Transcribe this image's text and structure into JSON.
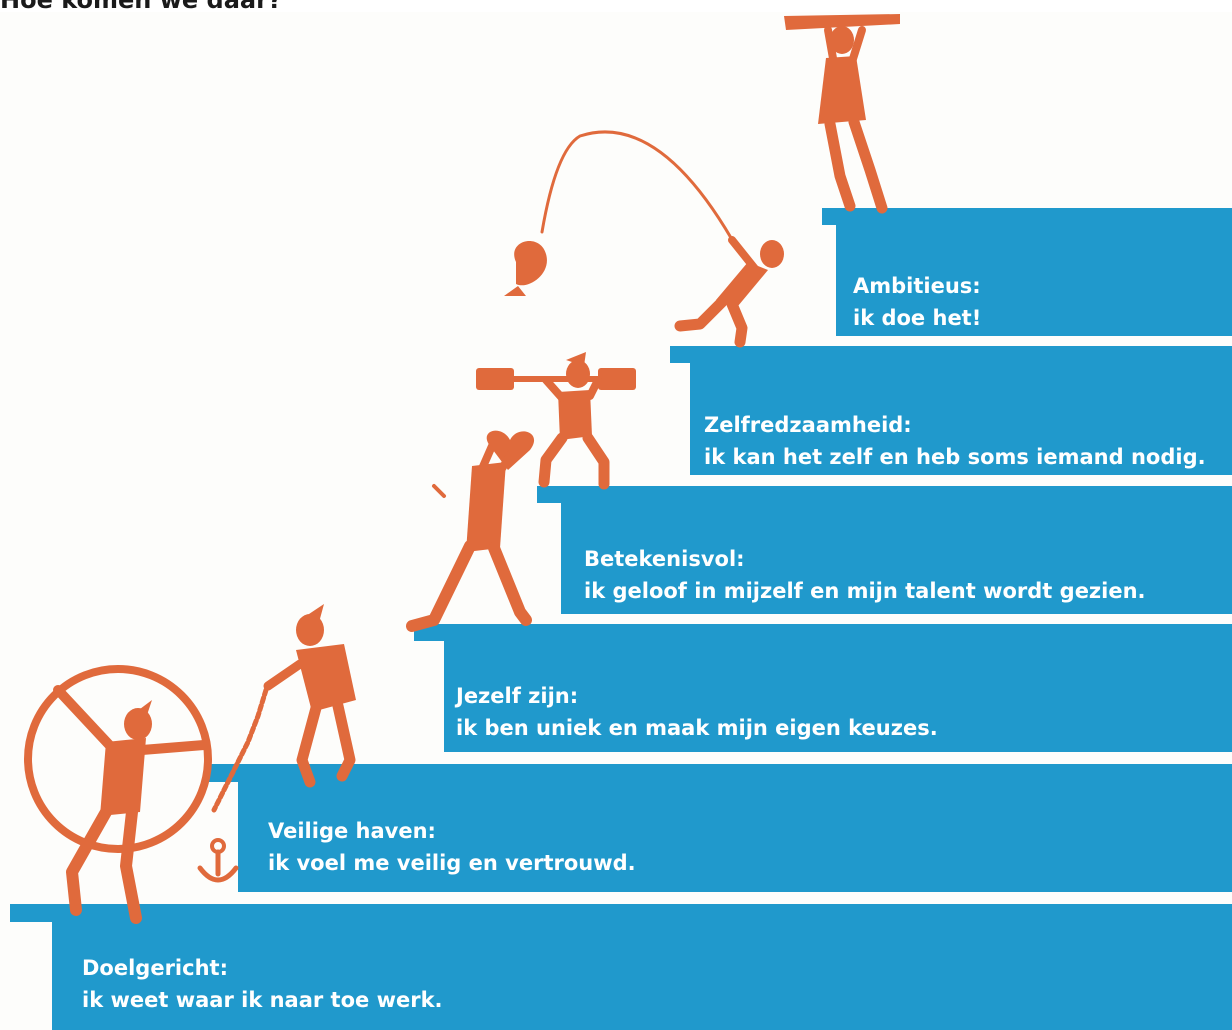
{
  "title": "Hoe komen we daar?",
  "colors": {
    "step_blue": "#2099cc",
    "figure_orange": "#e06a3c",
    "text": "#ffffff"
  },
  "steps": [
    {
      "heading": "Doelgericht:",
      "text": "ik weet waar ik naar toe werk."
    },
    {
      "heading": "Veilige haven:",
      "text": "ik voel me veilig en vertrouwd."
    },
    {
      "heading": "Jezelf zijn:",
      "text": "ik ben uniek en maak mijn eigen keuzes."
    },
    {
      "heading": "Betekenisvol:",
      "text": "ik geloof in mijzelf en mijn  talent wordt gezien."
    },
    {
      "heading": "Zelfredzaamheid:",
      "text": "ik kan het zelf en heb soms iemand nodig."
    },
    {
      "heading": "Ambitieus:",
      "text": "ik doe het!"
    }
  ],
  "figures": [
    {
      "icon": "figure-in-ring-icon",
      "step": 1
    },
    {
      "icon": "figure-pulling-anchor-chain-icon",
      "step": 2
    },
    {
      "icon": "figure-with-heart-icon",
      "step": 3
    },
    {
      "icon": "figure-lifting-weights-icon",
      "step": 4
    },
    {
      "icon": "figure-fishing-icon",
      "step": 5
    },
    {
      "icon": "figure-with-telescope-icon",
      "step": 6
    }
  ]
}
